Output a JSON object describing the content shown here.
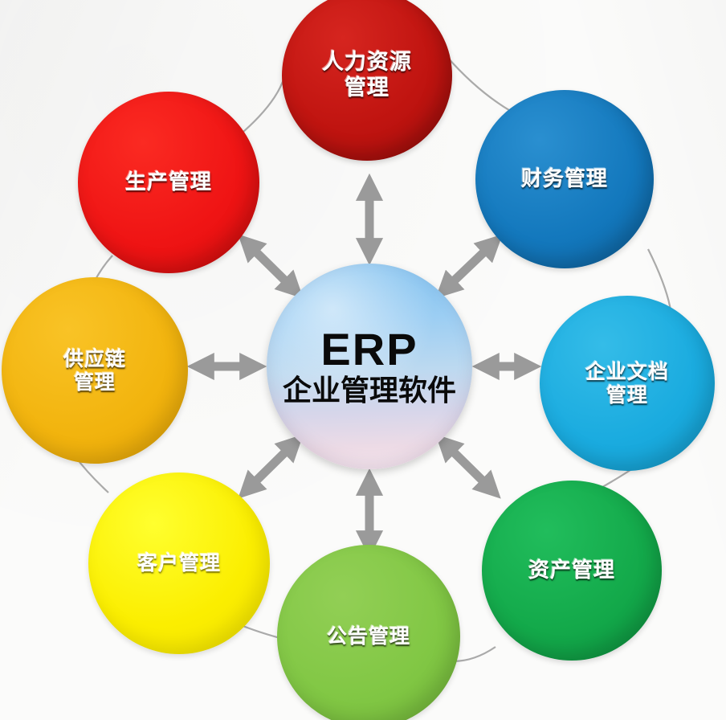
{
  "diagram": {
    "title_en": "ERP",
    "title_zh": "企业管理软件",
    "background_color": "#fbfbfa",
    "arrow_color": "#9a9a9a",
    "link_color": "#9b9b9b",
    "center": {
      "name": "erp-center",
      "line1": "ERP",
      "line2": "企业管理软件",
      "text_color": "#0a0a0a",
      "gradient_from": "#7fc0ef",
      "gradient_to": "#f6e6ee"
    },
    "modules": [
      {
        "id": "hr",
        "label": "人力资源\n管理",
        "label_flat": "人力资源管理",
        "color": "#c01410",
        "position": "top"
      },
      {
        "id": "finance",
        "label": "财务管理",
        "label_flat": "财务管理",
        "color": "#1378bd",
        "position": "top-right"
      },
      {
        "id": "document",
        "label": "企业文档\n管理",
        "label_flat": "企业文档管理",
        "color": "#1aabdf",
        "position": "right"
      },
      {
        "id": "asset",
        "label": "资产管理",
        "label_flat": "资产管理",
        "color": "#13a94a",
        "position": "bottom-right"
      },
      {
        "id": "notice",
        "label": "公告管理",
        "label_flat": "公告管理",
        "color": "#81c744",
        "position": "bottom"
      },
      {
        "id": "customer",
        "label": "客户管理",
        "label_flat": "客户管理",
        "color": "#fbee00",
        "position": "bottom-left"
      },
      {
        "id": "supply",
        "label": "供应链\n管理",
        "label_flat": "供应链管理",
        "color": "#f2b40e",
        "position": "left"
      },
      {
        "id": "production",
        "label": "生产管理",
        "label_flat": "生产管理",
        "color": "#ef1414",
        "position": "top-left"
      }
    ]
  }
}
